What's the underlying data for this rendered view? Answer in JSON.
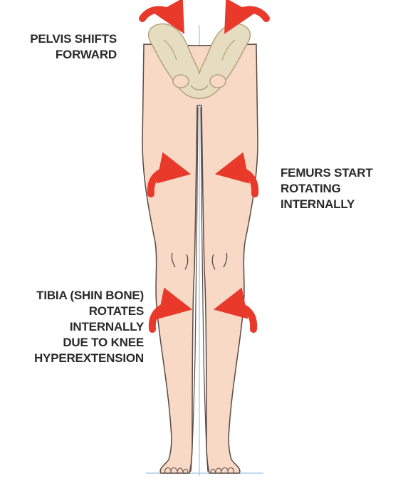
{
  "labels": {
    "pelvis": [
      "PELVIS SHIFTS",
      "FORWARD"
    ],
    "femur": [
      "FEMURS START",
      "ROTATING",
      "INTERNALLY"
    ],
    "tibia": [
      "TIBIA (SHIN BONE)",
      "ROTATES",
      "INTERNALLY",
      "DUE TO KNEE",
      "HYPEREXTENSION"
    ]
  },
  "colors": {
    "skin": "#f7d9c6",
    "skin_outline": "#5a4a44",
    "arrow": "#e8392b",
    "bone": "#e6dcc0",
    "bone_shadow": "#b3a27c",
    "guide_line": "#9cc4e4"
  },
  "icons": {
    "pelvis": "pelvis-bone-illustration",
    "arrow": "curved-rotation-arrow"
  }
}
